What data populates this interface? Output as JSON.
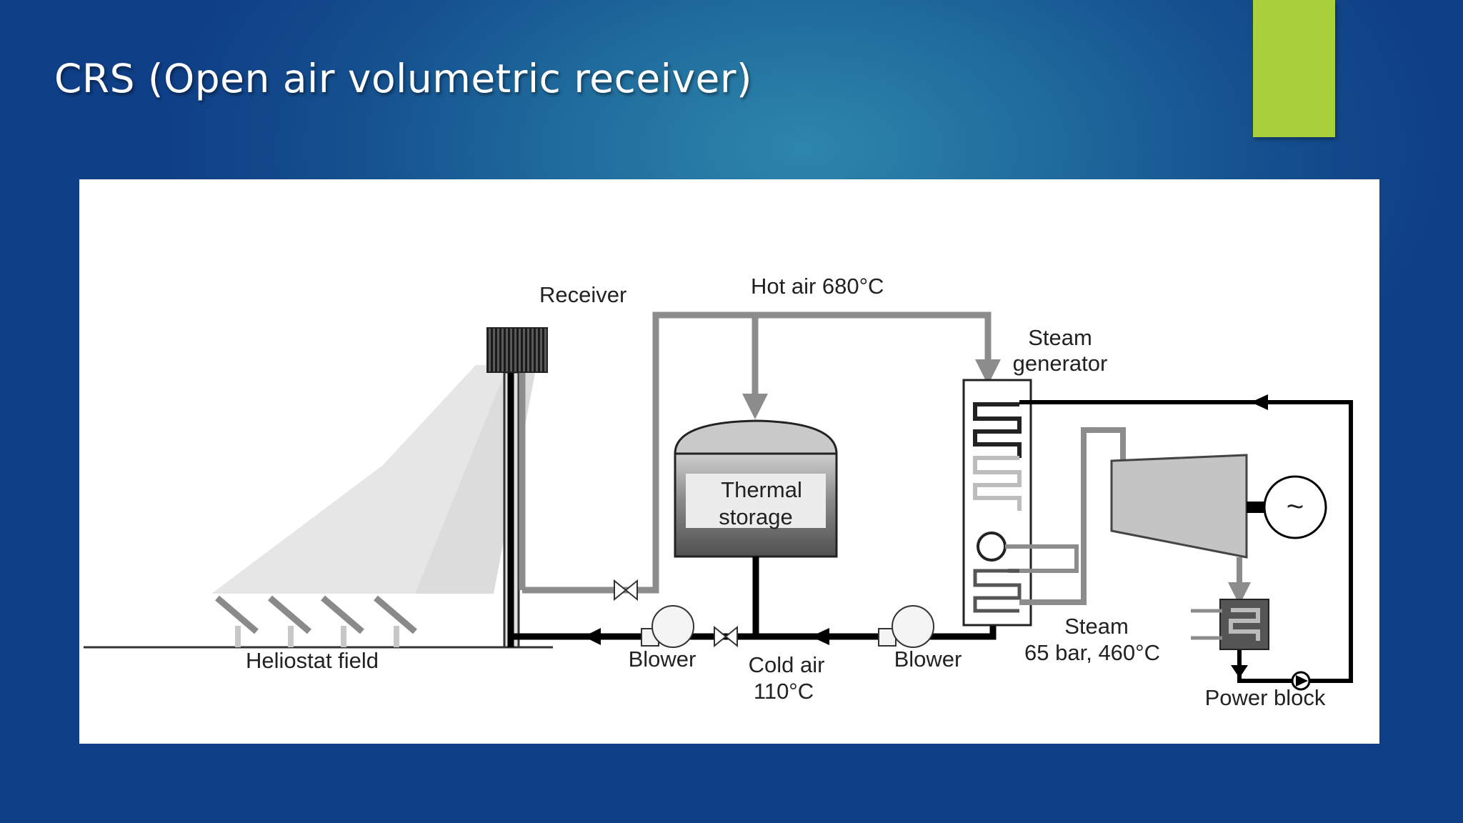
{
  "slide": {
    "title": "CRS  (Open air volumetric receiver)",
    "accent_color": "#a9d03a"
  },
  "diagram": {
    "labels": {
      "receiver": "Receiver",
      "hot_air": "Hot air 680°C",
      "steam_generator_1": "Steam",
      "steam_generator_2": "generator",
      "thermal_storage_1": "Thermal",
      "thermal_storage_2": "storage",
      "heliostat_field": "Heliostat field",
      "blower_left": "Blower",
      "cold_air_1": "Cold air",
      "cold_air_2": "110°C",
      "blower_right": "Blower",
      "steam_1": "Steam",
      "steam_2": "65 bar, 460°C",
      "power_block": "Power block",
      "generator_symbol": "~"
    }
  }
}
